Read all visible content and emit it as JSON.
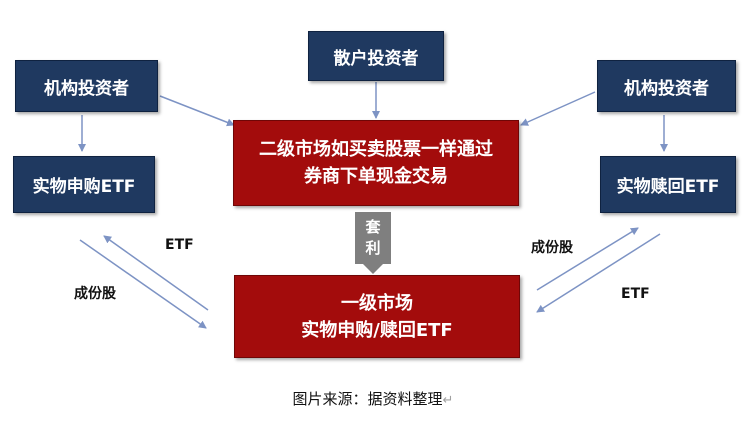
{
  "boxes": {
    "retail_investor": "散户投资者",
    "inst_investor_left": "机构投资者",
    "inst_investor_right": "机构投资者",
    "subscribe_etf": "实物申购ETF",
    "redeem_etf": "实物赎回ETF",
    "secondary_market_line1": "二级市场如买卖股票一样通过",
    "secondary_market_line2": "券商下单现金交易",
    "primary_market_line1": "一级市场",
    "primary_market_line2": "实物申购/赎回ETF"
  },
  "arbitrage": {
    "char1": "套",
    "char2": "利"
  },
  "flow_labels": {
    "left_etf": "ETF",
    "left_component": "成份股",
    "right_component": "成份股",
    "right_etf": "ETF"
  },
  "caption": {
    "text": "图片来源：据资料整理",
    "mark": "↵"
  },
  "colors": {
    "navy": "#1f3960",
    "red": "#a30c0c",
    "gray": "#7f7f7f",
    "arrow": "#7d93c4"
  }
}
